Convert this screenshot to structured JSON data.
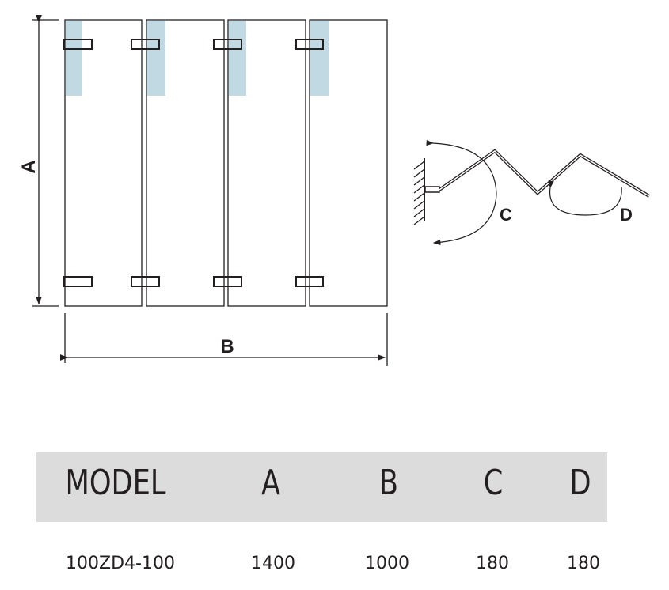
{
  "diagram": {
    "dimension_labels": {
      "height": "A",
      "width": "B",
      "wall_angle": "C",
      "panel_angle": "D"
    },
    "panel_count": 4,
    "colors": {
      "line": "#231f20",
      "glass_tint": "#c0d9e2",
      "table_header_bg": "#dcdcdc"
    }
  },
  "table": {
    "headers": [
      "MODEL",
      "A",
      "B",
      "C",
      "D"
    ],
    "rows": [
      [
        "100ZD4-100",
        "1400",
        "1000",
        "180",
        "180"
      ]
    ]
  }
}
